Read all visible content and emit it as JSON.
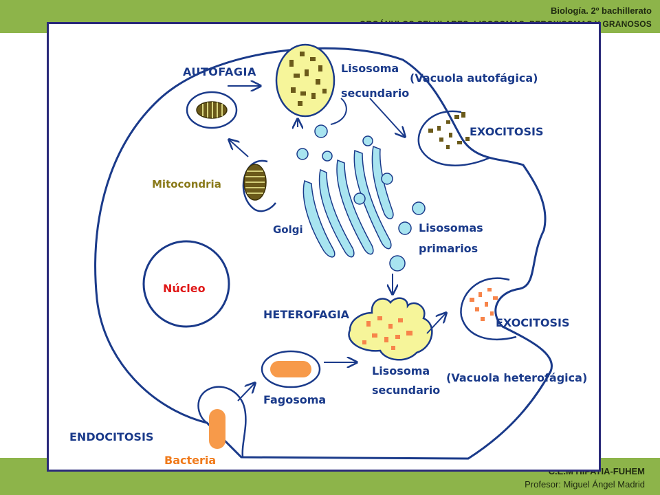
{
  "header": {
    "course": "Biología. 2º bachillerato",
    "unit": "ORGÁNULOS CELULARES: LISOSOMAS, PEROXISOMAS Y GRANOSOS"
  },
  "footer": {
    "school": "C.E.M HIPATIA-FUHEM",
    "teacher": "Profesor: Miguel Ángel Madrid"
  },
  "diagram": {
    "labels": {
      "autofagia": "AUTOFAGIA",
      "lisosoma_secundario_top_1": "Lisosoma",
      "lisosoma_secundario_top_2": "secundario",
      "vacuola_autofagica": "(Vacuola autofágica)",
      "exocitosis_top": "EXOCITOSIS",
      "mitocondria": "Mitocondria",
      "golgi": "Golgi",
      "lisosomas_primarios_1": "Lisosomas",
      "lisosomas_primarios_2": "primarios",
      "nucleo": "Núcleo",
      "heterofagia": "HETEROFAGIA",
      "exocitosis_bottom": "EXOCITOSIS",
      "lisosoma_secundario_bottom_1": "Lisosoma",
      "lisosoma_secundario_bottom_2": "secundario",
      "vacuola_heterofagica": "(Vacuola heterofágica)",
      "fagosoma": "Fagosoma",
      "endocitosis": "ENDOCITOSIS",
      "bacteria": "Bacteria"
    },
    "colors": {
      "membrane": "#1a3a8a",
      "golgi": "#a8e4f0",
      "lysosome": "#f6f59a",
      "mitochondria": "#6b5a1a",
      "bacteria": "#f79a4a",
      "label_dark": "#1a3a8a",
      "label_olive": "#8a7a1a",
      "label_red": "#e01818",
      "label_orange": "#f07a1a"
    }
  }
}
